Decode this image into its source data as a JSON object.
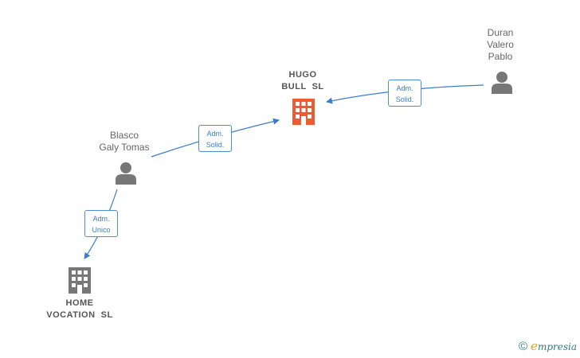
{
  "nodes": {
    "hugo_bull": {
      "line1": "HUGO",
      "line2": "BULL  SL"
    },
    "home_vocation": {
      "line1": "HOME",
      "line2": "VOCATION  SL"
    },
    "blasco": {
      "line1": "Blasco",
      "line2": "Galy Tomas"
    },
    "duran": {
      "line1": "Duran",
      "line2": "Valero",
      "line3": "Pablo"
    }
  },
  "edges": {
    "duran_to_hugo": {
      "line1": "Adm.",
      "line2": "Solid."
    },
    "blasco_to_hugo": {
      "line1": "Adm.",
      "line2": "Solid."
    },
    "blasco_to_home": {
      "line1": "Adm.",
      "line2": "Unico"
    }
  },
  "colors": {
    "edge": "#3a7cc9",
    "person_icon": "#777777",
    "highlight_company": "#f05a30",
    "company": "#777777"
  },
  "footer": {
    "copyright": "©",
    "brand_initial": "e",
    "brand_rest": "mpresia"
  }
}
